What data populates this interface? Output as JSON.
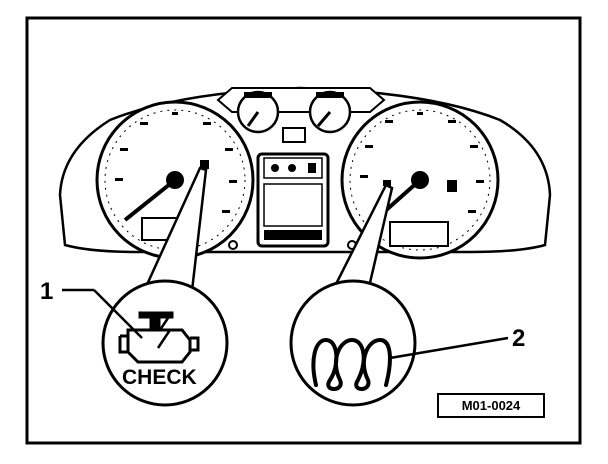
{
  "callouts": {
    "item1": "1",
    "item2": "2"
  },
  "warning_lamp": {
    "text": "CHECK",
    "icon": "engine-check-icon"
  },
  "glow_plug": {
    "icon": "glow-plug-coil-icon"
  },
  "reference": {
    "code": "M01-0024"
  },
  "colors": {
    "ink": "#000000",
    "paper": "#ffffff"
  }
}
